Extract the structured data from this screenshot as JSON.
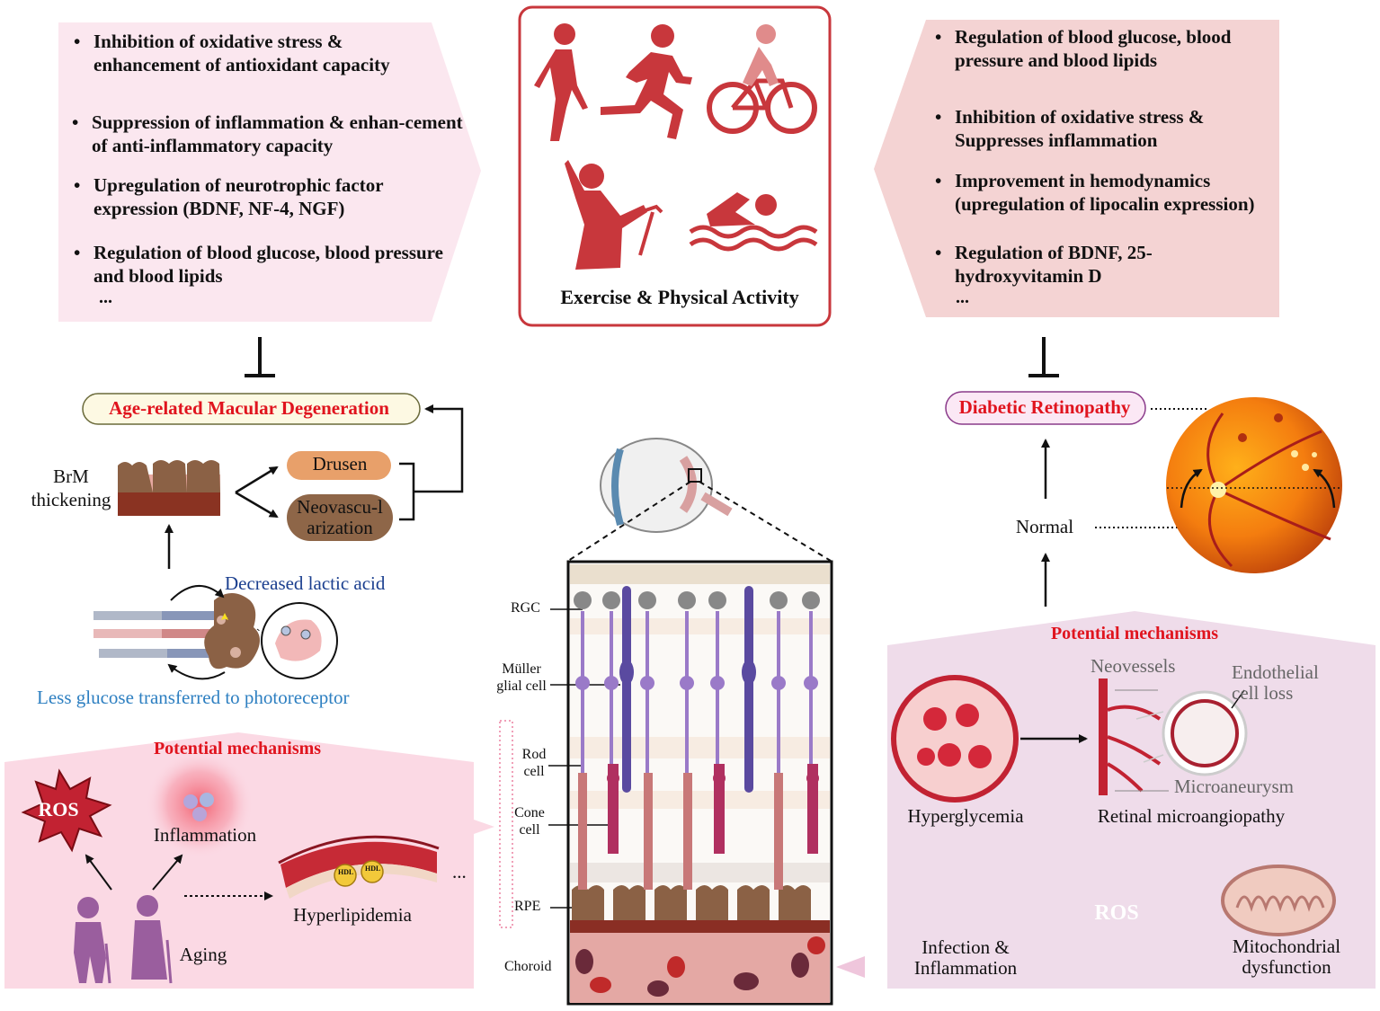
{
  "exercise": {
    "title": "Exercise & Physical Activity",
    "icons": [
      "walking-icon",
      "running-icon",
      "cycling-icon",
      "elderly-dance-icon",
      "swimming-icon"
    ]
  },
  "amd_benefits": {
    "items": [
      "Inhibition of oxidative stress & enhancement of antioxidant capacity",
      "Suppression of inflammation & enhan-cement of anti-inflammatory capacity",
      "Upregulation of neurotrophic factor expression (BDNF, NF-4, NGF)",
      "Regulation of blood glucose, blood pressure and blood lipids"
    ],
    "ellipsis": "..."
  },
  "dr_benefits": {
    "items": [
      "Regulation of blood glucose, blood pressure and blood lipids",
      "Inhibition of oxidative stress & Suppresses inflammation",
      "Improvement in hemodynamics (upregulation of lipocalin expression)",
      "Regulation of BDNF, 25-hydroxyvitamin D"
    ],
    "ellipsis": "..."
  },
  "amd": {
    "disease": "Age-related Macular Degeneration",
    "brm": "BrM thickening",
    "drusen": "Drusen",
    "neovasc": "Neovascu-larization",
    "lactic": "Decreased lactic acid",
    "glucose": "Less glucose transferred to photoreceptor",
    "mechanisms_title": "Potential mechanisms",
    "ros": "ROS",
    "inflammation": "Inflammation",
    "hyperlipidemia": "Hyperlipidemia",
    "aging": "Aging",
    "hdl": "HDL",
    "ellipsis": "..."
  },
  "retina": {
    "layers": [
      "RGC",
      "Müller glial cell",
      "Rod cell",
      "Cone cell",
      "RPE",
      "Choroid"
    ]
  },
  "dr": {
    "disease": "Diabetic Retinopathy",
    "normal": "Normal",
    "mechanisms_title": "Potential mechanisms",
    "neovessels": "Neovessels",
    "endothelial": "Endothelial cell loss",
    "microaneurysm": "Microaneurysm",
    "hyperglycemia": "Hyperglycemia",
    "microangiopathy": "Retinal microangiopathy",
    "infection": "Infection & Inflammation",
    "ros": "ROS",
    "mito": "Mitochondrial dysfunction"
  },
  "colors": {
    "accent_red": "#c8373c",
    "disease_red": "#e0141e",
    "amd_panel": "#fbe7ef",
    "dr_panel": "#f4d3d3",
    "mech_panel_amd": "#fbd9e4",
    "mech_panel_dr": "#efdcea",
    "blue_text": "#1b3f8f",
    "light_blue_text": "#2d7fc1"
  }
}
